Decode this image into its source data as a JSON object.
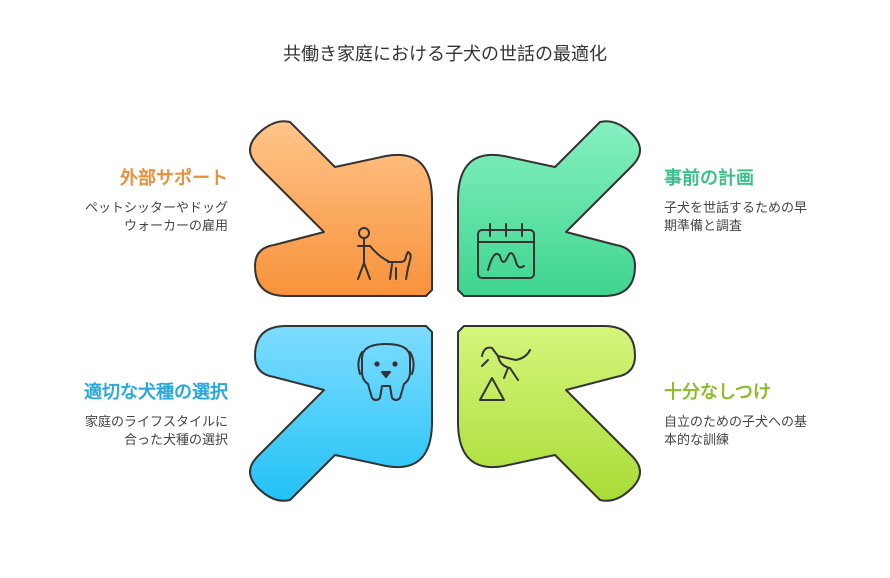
{
  "title": "共働き家庭における子犬の世話の最適化",
  "quadrants": [
    {
      "label": "外部サポート",
      "desc_lines": [
        "ペットシッターやドッグ",
        "ウォーカーの雇用"
      ],
      "color": "#E8903A",
      "icon": "dog-walking-icon"
    },
    {
      "label": "事前の計画",
      "desc_lines": [
        "子犬を世話するための早",
        "期準備と調査"
      ],
      "color": "#3DBE8A",
      "icon": "calendar-icon"
    },
    {
      "label": "適切な犬種の選択",
      "desc_lines": [
        "家庭のライフスタイルに",
        "合った犬種の選択"
      ],
      "color": "#2AA8D8",
      "icon": "dog-face-icon"
    },
    {
      "label": "十分なしつけ",
      "desc_lines": [
        "自立のための子犬への基",
        "本的な訓練"
      ],
      "color": "#8DBB2E",
      "icon": "dog-agility-icon"
    }
  ]
}
